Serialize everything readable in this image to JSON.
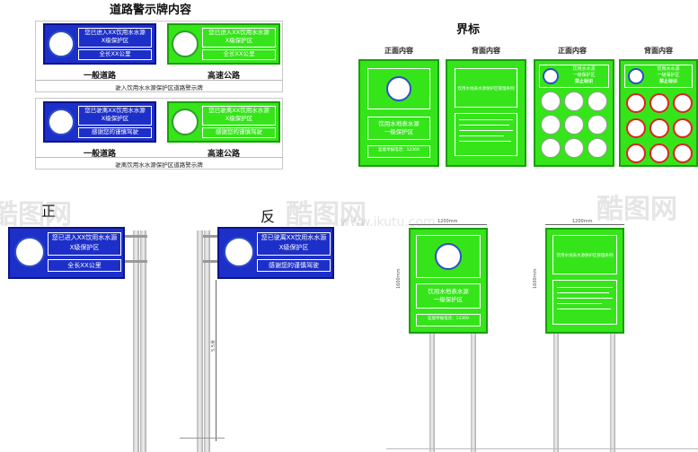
{
  "titles": {
    "road_sign_title": "道路警示牌内容",
    "boundary_title": "界标",
    "front_label": "正",
    "back_label": "反"
  },
  "road_entry": {
    "sign_line1": "您已进入XX饮用水水源",
    "sign_line2": "X级保护区",
    "sign_line3": "全长XX公里",
    "normal_road": "一般道路",
    "highway": "高速公路",
    "caption": "驶入饮用水水源保护区道路警示牌"
  },
  "road_exit": {
    "sign_line1": "您已驶离XX饮用水水源",
    "sign_line2": "X级保护区",
    "sign_line3": "感谢您的谨慎驾驶",
    "normal_road": "一般道路",
    "highway": "高速公路",
    "caption": "驶离饮用水水源保护区道路警示牌"
  },
  "boundary_headers": {
    "front1": "正面内容",
    "back1": "背面内容",
    "front2": "正面内容",
    "back2": "背面内容"
  },
  "boundary_front": {
    "line1": "饮用水地表水源",
    "line2": "一级保护区",
    "hotline": "监督举报电话：12369"
  },
  "boundary_back": {
    "title": "饮用水地表水源保护区管理条例"
  },
  "warning_front": {
    "line1": "饮用水水源",
    "line2": "一级保护区",
    "ban_title": "禁止标识"
  },
  "warning_back": {
    "line1": "饮用水水源",
    "line2": "一级保护区",
    "ban_title": "禁止标识"
  },
  "bottom_front_sign": {
    "line1": "您已进入XX饮用水水源",
    "line2": "X级保护区",
    "line3": "全长XX公里"
  },
  "bottom_back_sign": {
    "line1": "您已驶离XX饮用水水源",
    "line2": "X级保护区",
    "line3": "感谢您的谨慎驾驶"
  },
  "dimensions": {
    "width": "1200mm",
    "height": "1600mm",
    "pole_height": "5.5米",
    "width2": "1200mm",
    "height2": "1600mm"
  },
  "big_board_front": {
    "line1": "饮用水地表水源",
    "line2": "一级保护区",
    "hotline": "监督举报电话：12369"
  },
  "big_board_back": {
    "title": "饮用水地表水源保护区管理条例"
  },
  "watermark": {
    "brand": "酷图网",
    "url": "www.ikutu.com"
  },
  "colors": {
    "sign_blue": "#1d2fc9",
    "sign_green": "#35e51a"
  }
}
